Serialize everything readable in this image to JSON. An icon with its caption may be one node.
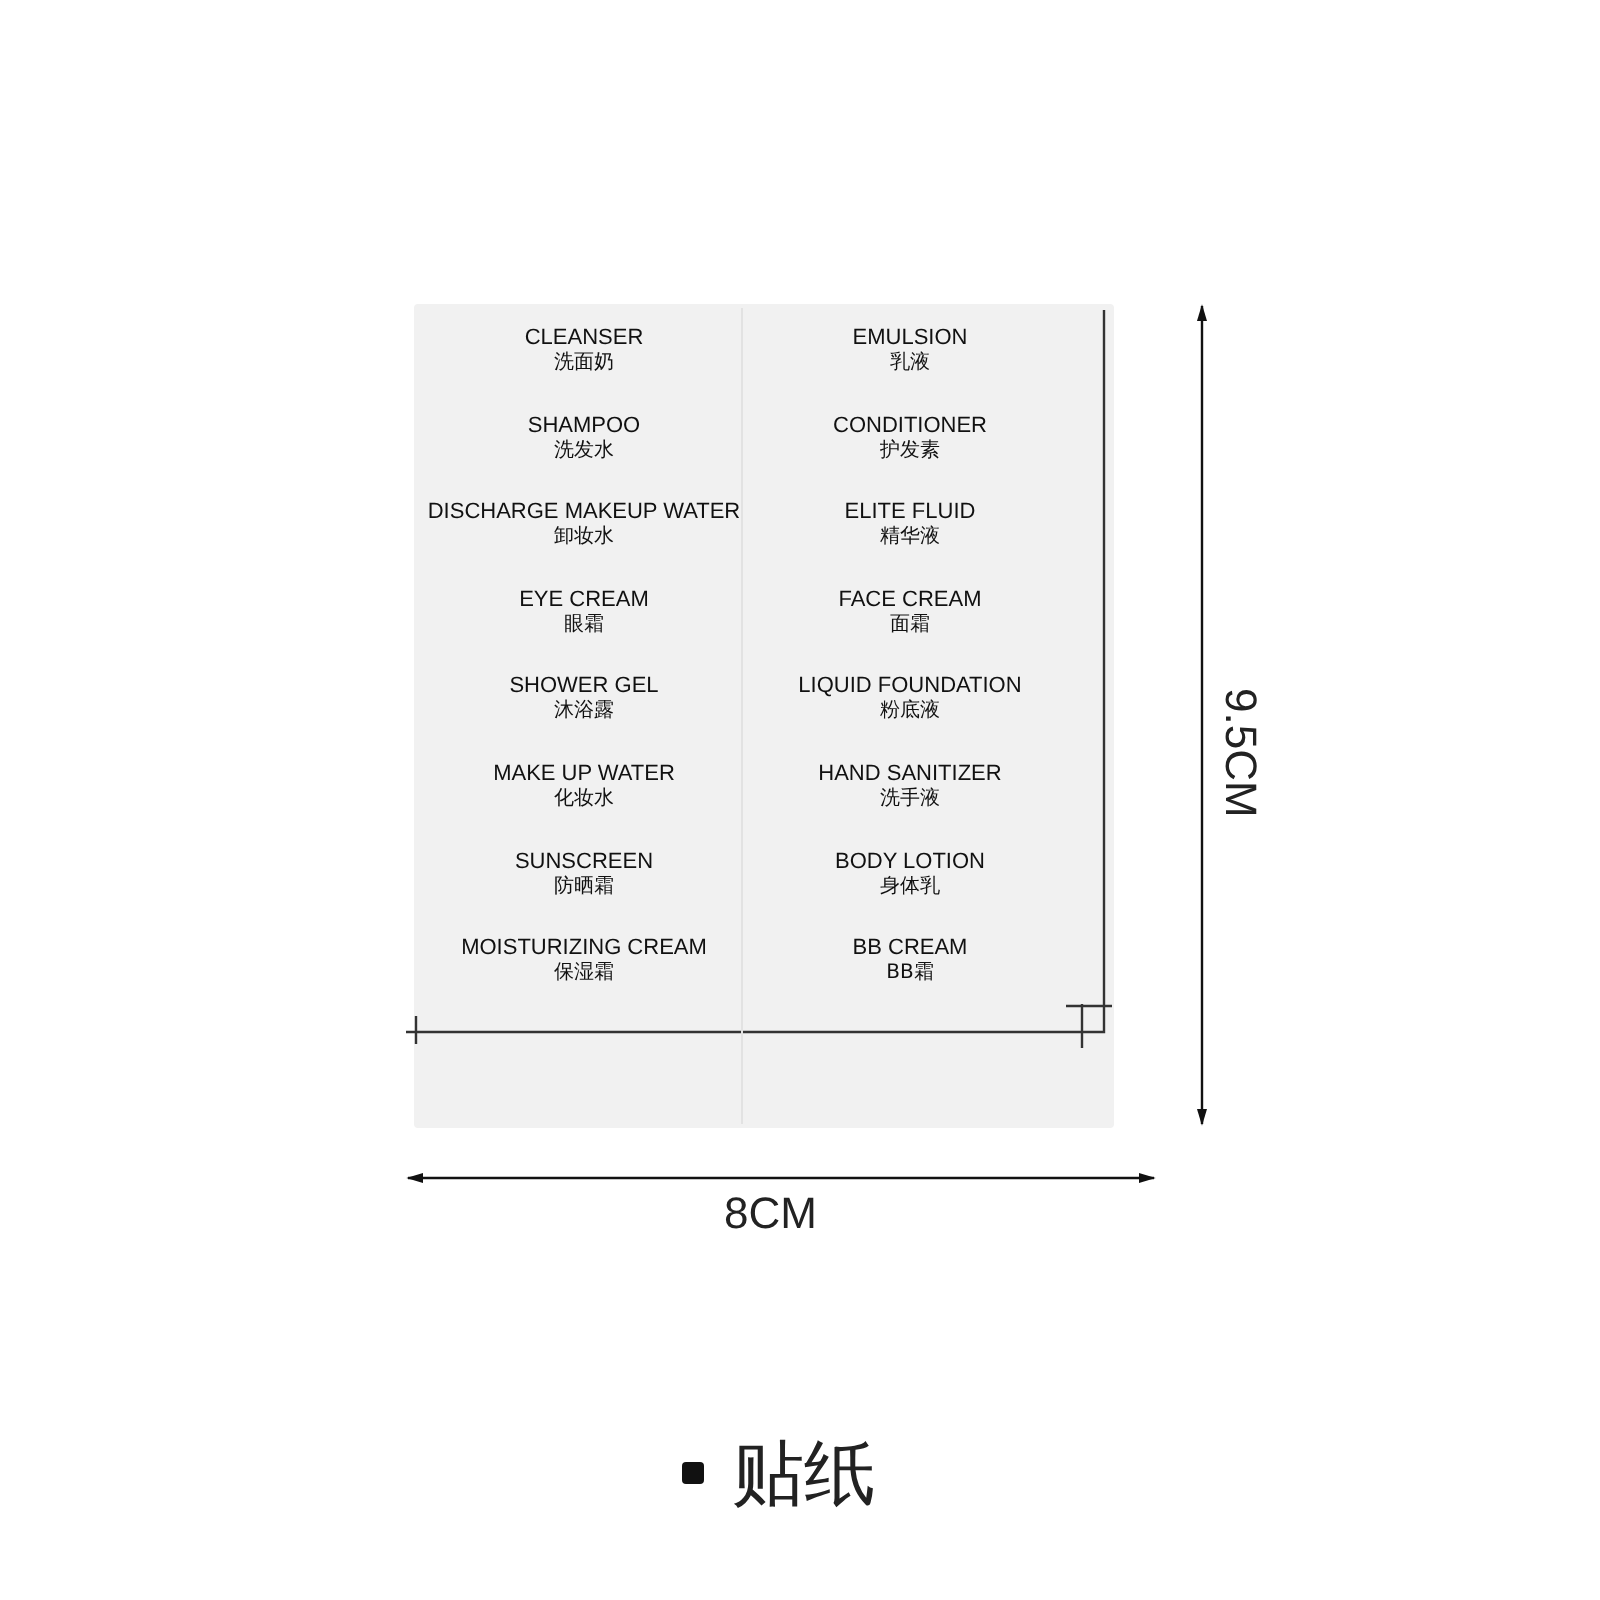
{
  "diagram": {
    "nodes": [
      {
        "text": [],
        "shape": "box"
      },
      {
        "text": [
          "CLEANSER",
          "洗面奶"
        ],
        "in": 0
      },
      {
        "text": [
          "EMULSION",
          "乳液"
        ],
        "in": 0
      },
      {
        "text": [
          "SHAMPOO",
          "洗发水"
        ],
        "in": 0
      },
      {
        "text": [
          "CONDITIONER",
          "护发素"
        ],
        "in": 0
      },
      {
        "text": [
          "DISCHARGE MAKEUP WATER",
          "卸妆水"
        ],
        "in": 0
      },
      {
        "text": [
          "ELITE FLUID",
          "精华液"
        ],
        "in": 0
      },
      {
        "text": [
          "EYE CREAM",
          "眼霜"
        ],
        "in": 0
      },
      {
        "text": [
          "FACE CREAM",
          "面霜"
        ],
        "in": 0
      },
      {
        "text": [
          "SHOWER GEL",
          "沐浴露"
        ],
        "in": 0
      },
      {
        "text": [
          "LIQUID FOUNDATION",
          "粉底液"
        ],
        "in": 0
      },
      {
        "text": [
          "MAKE UP WATER",
          "化妆水"
        ],
        "in": 0
      },
      {
        "text": [
          "HAND SANITIZER",
          "洗手液"
        ],
        "in": 0
      },
      {
        "text": [
          "SUNSCREEN",
          "防晒霜"
        ],
        "in": 0
      },
      {
        "text": [
          "BODY LOTION",
          "身体乳"
        ],
        "in": 0
      },
      {
        "text": [
          "MOISTURIZING CREAM",
          "保湿霜"
        ],
        "in": 0
      },
      {
        "text": [
          "BB CREAM",
          "BB霜"
        ],
        "in": 0
      }
    ],
    "labels": [
      "9.5CM",
      "8CM",
      "贴纸"
    ]
  }
}
